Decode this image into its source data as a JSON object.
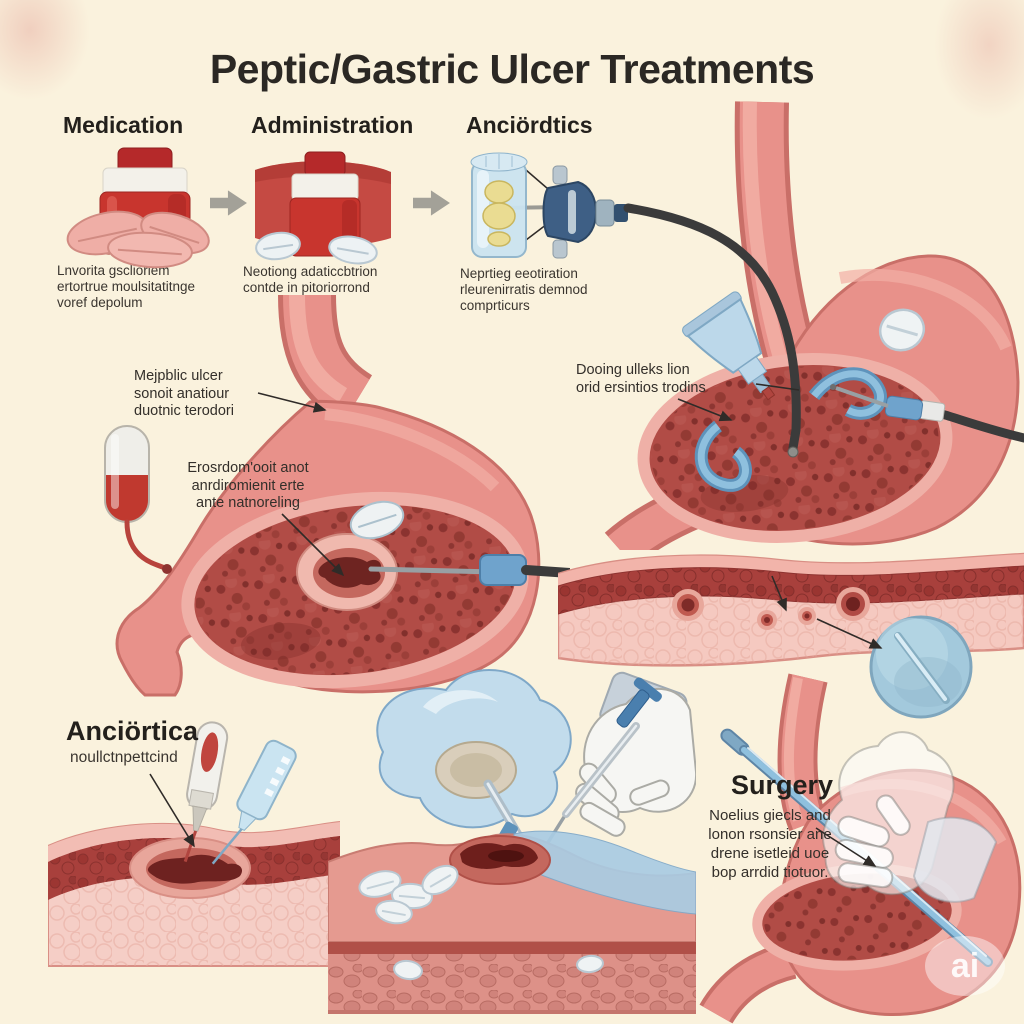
{
  "title": "Peptic/Gastric Ulcer Treatments",
  "columns": [
    {
      "header": "Medication",
      "caption_lines": [
        "Lnvorita gscliorlem",
        "ertortrue moulsitatitnge",
        "voref depolum"
      ]
    },
    {
      "header": "Administration",
      "caption_lines": [
        "Neotiong adaticcbtrion",
        "contde in pitoriorrond"
      ]
    },
    {
      "header": "Anciördtics",
      "caption_lines": [
        "Neprtieg eeotiration",
        "rleurenirratis demnod",
        "comprticurs"
      ]
    }
  ],
  "labels": {
    "peptic_ulcer": {
      "lines": [
        "Mejpblic ulcer",
        "sonoit anatiour",
        "duotnic terodori"
      ]
    },
    "erosion": {
      "lines": [
        "Erosrdom'ooit anot",
        "anrdiromienit erte",
        "ante natnoreling"
      ]
    },
    "dosing": {
      "lines": [
        "Dooing ulleks lion",
        "orid ersintios trodins"
      ]
    },
    "antibiotics": {
      "heading": "Anciörtica",
      "subheading": "noullctnpettcind"
    },
    "surgery": {
      "heading": "Surgery",
      "lines": [
        "Noelius giecls and",
        "lonon rsonsier ane",
        "drene isetleid uoe",
        "bop arrdid tiotuor."
      ]
    }
  },
  "watermark": "ai",
  "colors": {
    "background": "#FAF2DD",
    "accent_red": "#C8352E",
    "flesh": "#E8918A",
    "flesh_outline": "#C96F68",
    "interior_dark": "#B14C46",
    "blue_tool": "#BCD8EA",
    "blue_tablet": "#A3C9DC",
    "cable_black": "#3B3B3B",
    "text": "#2B2824"
  }
}
